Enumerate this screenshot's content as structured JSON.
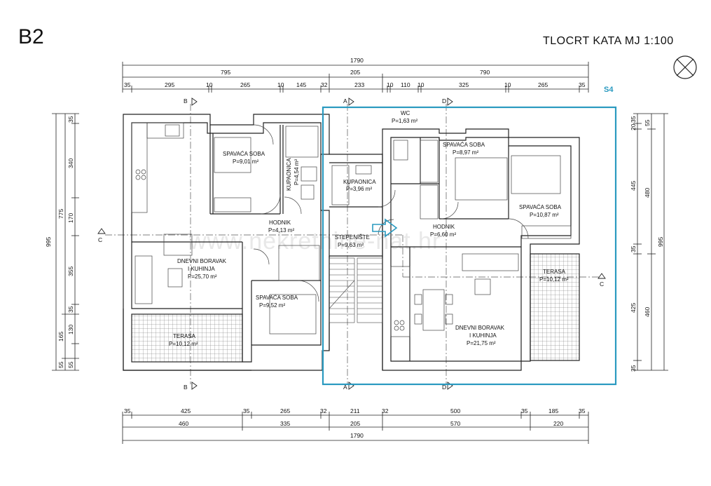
{
  "header": {
    "building_id": "B2",
    "title": "TLOCRT KATA   MJ 1:100",
    "unit_tag": "S4"
  },
  "watermark": "www.nekretnine-nat.hr",
  "dims": {
    "top_total": "1790",
    "top_mid": [
      "795",
      "205",
      "790"
    ],
    "top_detail": [
      "35",
      "295",
      "10",
      "265",
      "10",
      "145",
      "32",
      "233",
      "10",
      "110",
      "10",
      "325",
      "10",
      "265",
      "35"
    ],
    "bottom_detail": [
      "35",
      "425",
      "35",
      "265",
      "32",
      "211",
      "32",
      "500",
      "35",
      "185",
      "35"
    ],
    "bottom_mid": [
      "460",
      "335",
      "205",
      "570",
      "220"
    ],
    "bottom_total": "1790",
    "left_outer": [
      "995"
    ],
    "left_mid": [
      "775",
      "165",
      "55"
    ],
    "left_inner": [
      "35",
      "340",
      "170",
      "355",
      "35",
      "130",
      "55"
    ],
    "right_inner": [
      "35",
      "20",
      "445",
      "35",
      "425",
      "35"
    ],
    "right_mid": [
      "55",
      "480",
      "460"
    ],
    "right_outer": [
      "995"
    ]
  },
  "section_markers": {
    "b": "B",
    "a": "A",
    "d": "D",
    "c": "C"
  },
  "rooms": {
    "spavaca_1": {
      "name": "SPAVAĆA SOBA",
      "area": "P=9,01 m²"
    },
    "kupaonica_1": {
      "name": "KUPAONICA",
      "area": "P=4,54 m²"
    },
    "kupaonica_2": {
      "name": "KUPAONICA",
      "area": "P=3,96 m²"
    },
    "wc": {
      "name": "WC",
      "area": "P=1,63 m²"
    },
    "spavaca_2": {
      "name": "SPAVAĆA SOBA",
      "area": "P=8,97 m²"
    },
    "spavaca_3": {
      "name": "SPAVAĆA SOBA",
      "area": "P=10,87 m²"
    },
    "hodnik_1": {
      "name": "HODNIK",
      "area": "P=4,13 m²"
    },
    "stepeniste": {
      "name": "STEPENIŠTE",
      "area": "P=9,63 m²"
    },
    "hodnik_2": {
      "name": "HODNIK",
      "area": "P=6,60 m²"
    },
    "boravak_1": {
      "name1": "DNEVNI BORAVAK",
      "name2": "I KUHINJA",
      "area": "P=25,70 m²"
    },
    "spavaca_4": {
      "name": "SPAVAĆA SOBA",
      "area": "P=9,52 m²"
    },
    "boravak_2": {
      "name1": "DNEVNI BORAVAK",
      "name2": "I KUHINJA",
      "area": "P=21,75 m²"
    },
    "terasa_1": {
      "name": "TERASA",
      "area": "P=10,12 m²"
    },
    "terasa_2": {
      "name": "TERASA",
      "area": "P=10,12 m²"
    }
  },
  "colors": {
    "highlight": "#2a9ac0",
    "line": "#222222",
    "hatch": "#555555"
  }
}
